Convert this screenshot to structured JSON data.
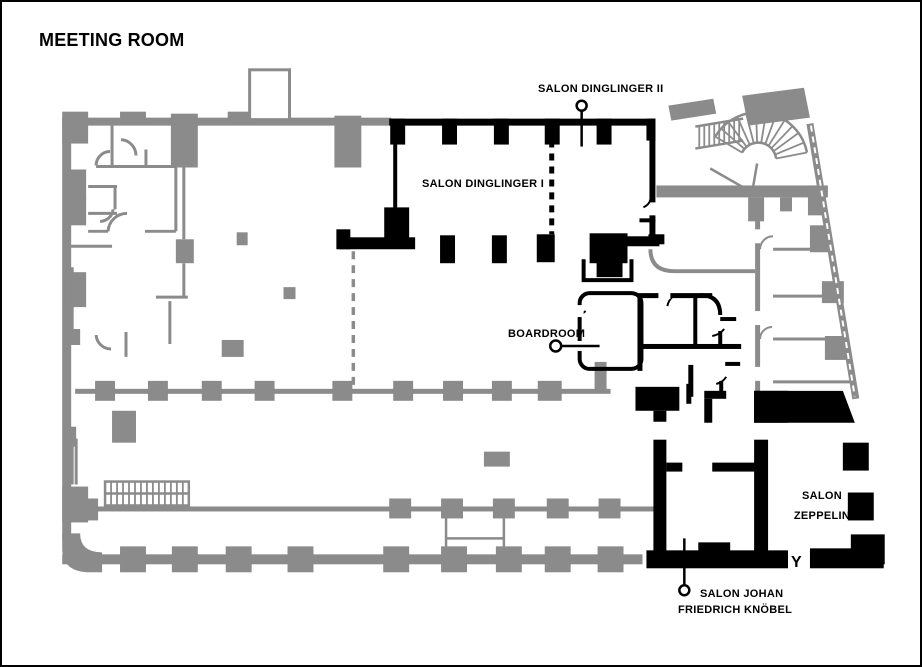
{
  "title": "MEETING ROOM",
  "labels": {
    "dinglinger_ii": "SALON DINGLINGER II",
    "dinglinger_i": "SALON DINGLINGER I",
    "boardroom": "BOARDROOM",
    "zeppelin_line1": "SALON",
    "zeppelin_line2": "ZEPPELIN",
    "knobel_line1": "SALON JOHAN",
    "knobel_line2": "FRIEDRICH KNÖBEL",
    "y_marker": "Y"
  },
  "colors": {
    "meeting_room_walls": "#000000",
    "building_walls": "#8b8b8b",
    "background": "#ffffff"
  }
}
